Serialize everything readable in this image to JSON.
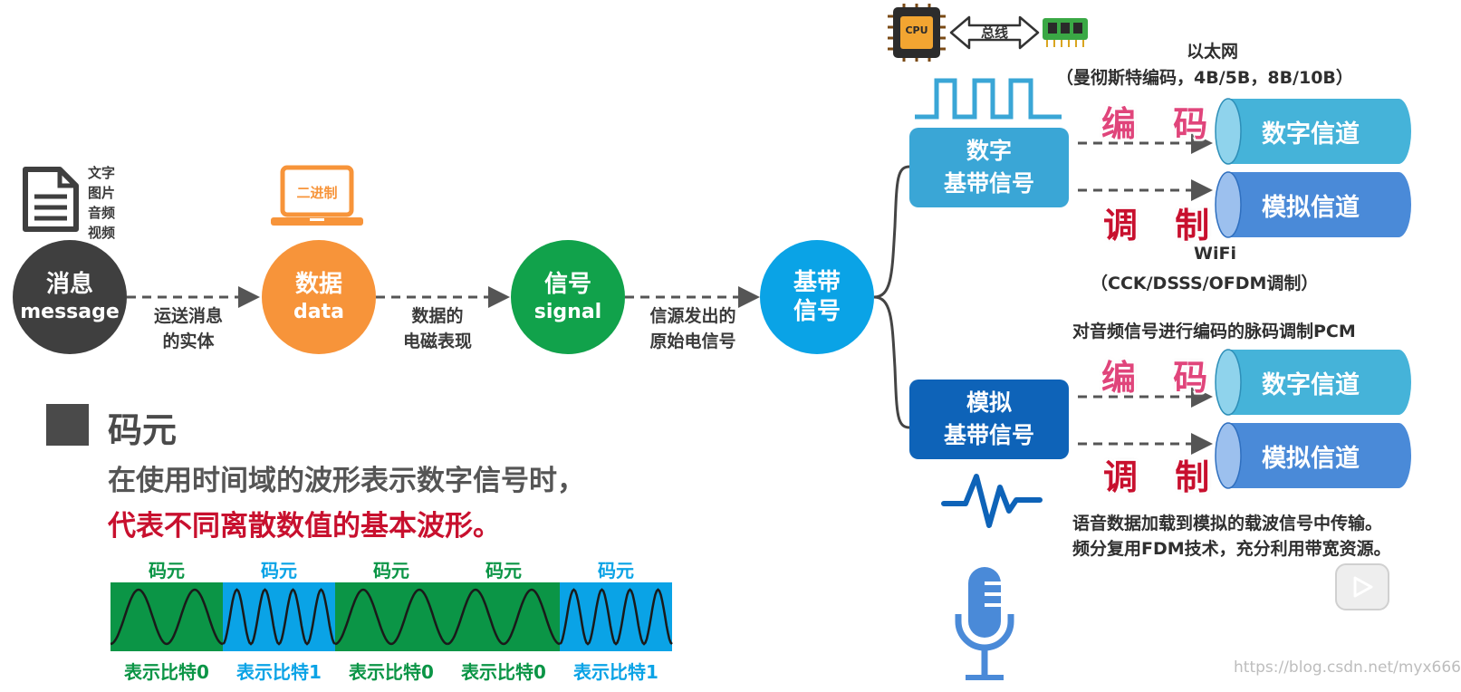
{
  "flow": {
    "nodes": [
      {
        "line1": "消息",
        "line2": "message",
        "color": "#3f3f3f"
      },
      {
        "line1": "数据",
        "line2": "data",
        "color": "#f7943a"
      },
      {
        "line1": "信号",
        "line2": "signal",
        "color": "#11a24b"
      },
      {
        "line1": "基带",
        "line2": "信号",
        "color": "#0aa3e6"
      }
    ],
    "edge_labels": [
      {
        "line1": "运送消息",
        "line2": "的实体"
      },
      {
        "line1": "数据的",
        "line2": "电磁表现"
      },
      {
        "line1": "信源发出的",
        "line2": "原始电信号"
      }
    ],
    "message_types": [
      "文字",
      "图片",
      "音频",
      "视频"
    ],
    "laptop_label": "二进制"
  },
  "top": {
    "bus_label": "总线",
    "cpu_label": "CPU"
  },
  "digital_branch": {
    "box_line1": "数字",
    "box_line2": "基带信号",
    "box_color": "#3aa6d6",
    "ethernet_title": "以太网",
    "ethernet_sub": "（曼彻斯特编码，4B/5B，8B/10B）",
    "encode_tag": "编 码",
    "modulate_tag": "调 制",
    "digital_channel": "数字信道",
    "analog_channel": "模拟信道",
    "wifi_title": "WiFi",
    "wifi_sub": "（CCK/DSSS/OFDM调制）"
  },
  "analog_branch": {
    "box_line1": "模拟",
    "box_line2": "基带信号",
    "box_color": "#0e63b8",
    "pcm_note": "对音频信号进行编码的脉码调制PCM",
    "encode_tag": "编 码",
    "modulate_tag": "调 制",
    "digital_channel": "数字信道",
    "analog_channel": "模拟信道",
    "note_line1": "语音数据加载到模拟的载波信号中传输。",
    "note_line2": "频分复用FDM技术，充分利用带宽资源。"
  },
  "symbol_section": {
    "title": "码元",
    "desc_line1": "在使用时间域的波形表示数字信号时，",
    "desc_line2": "代表不同离散数值的基本波形。",
    "symbols": [
      {
        "label": "码元",
        "bit_label": "表示比特0",
        "kind": "green",
        "cycles": 2
      },
      {
        "label": "码元",
        "bit_label": "表示比特1",
        "kind": "blue",
        "cycles": 4
      },
      {
        "label": "码元",
        "bit_label": "表示比特0",
        "kind": "green",
        "cycles": 2
      },
      {
        "label": "码元",
        "bit_label": "表示比特0",
        "kind": "green",
        "cycles": 2
      },
      {
        "label": "码元",
        "bit_label": "表示比特1",
        "kind": "blue",
        "cycles": 4
      }
    ],
    "colors": {
      "green": "#0b9546",
      "blue": "#0aa3e6"
    }
  },
  "watermark": "https://blog.csdn.net/myx666"
}
